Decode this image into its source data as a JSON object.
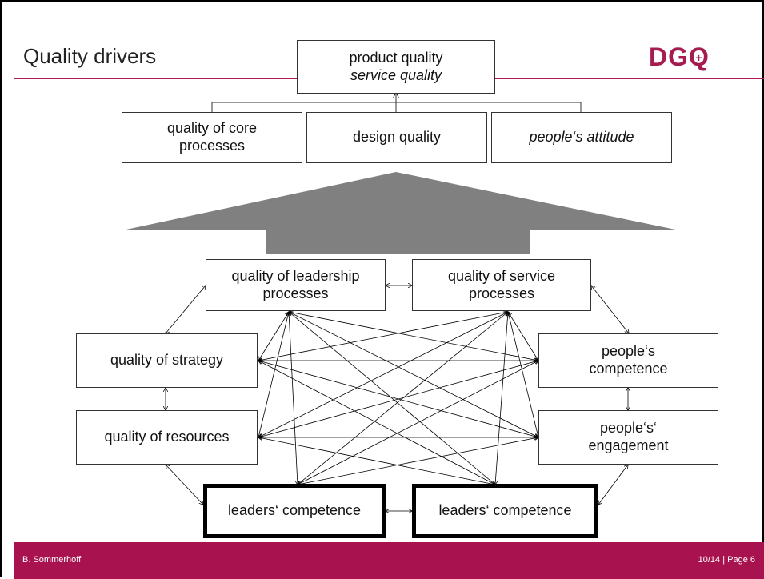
{
  "slide": {
    "title": "Quality drivers",
    "logo": {
      "text_left": "DG",
      "text_q": "Q",
      "plus": "+"
    },
    "colors": {
      "accent": "#a8124f",
      "arrow_gray": "#808080"
    }
  },
  "top_box": {
    "line1": "product quality",
    "line2": "service quality"
  },
  "drivers": {
    "core": "quality of core processes",
    "design": "design quality",
    "attitude": "people‘s attitude"
  },
  "network": {
    "leadership_processes": "quality of leadership processes",
    "service_processes": "quality of service processes",
    "strategy": "quality of strategy",
    "resources": "quality of resources",
    "people_competence": "people‘s competence",
    "people_engagement": "people‘s‘ engagement",
    "leaders_competence_left": "leaders‘ competence",
    "leaders_competence_right": "leaders‘ competence"
  },
  "footer": {
    "author": "B. Sommerhoff",
    "page": "10/14 | Page 6"
  }
}
